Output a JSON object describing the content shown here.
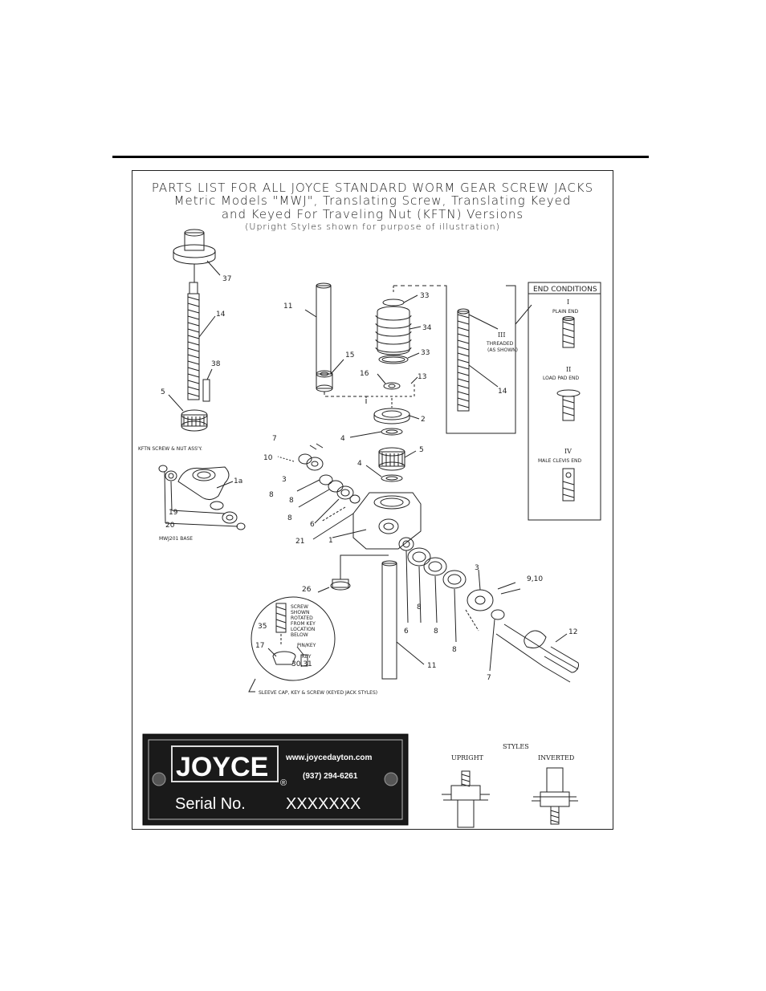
{
  "title": {
    "line1": "PARTS LIST FOR ALL JOYCE STANDARD WORM GEAR SCREW JACKS",
    "line2": "Metric Models \"MWJ\", Translating Screw, Translating Keyed",
    "line3": "and Keyed For Traveling Nut (KFTN) Versions",
    "line4": "(Upright Styles shown for purpose of illustration)"
  },
  "callouts": {
    "p37": "37",
    "p14a": "14",
    "p38": "38",
    "p5a": "5",
    "p11a": "11",
    "p15": "15",
    "p16": "16",
    "p13": "13",
    "p2": "2",
    "p33a": "33",
    "p34": "34",
    "p33b": "33",
    "p14b": "14",
    "p4a": "4",
    "p4b": "4",
    "p5b": "5",
    "p7a": "7",
    "p10": "10",
    "p3a": "3",
    "p8a": "8",
    "p8b": "8",
    "p8c": "8",
    "p6a": "6",
    "p21": "21",
    "p1": "1",
    "p1a": "1a",
    "p19": "19",
    "p20": "20",
    "p26": "26",
    "p6b": "6",
    "p8d": "8",
    "p8e": "8",
    "p11b": "11",
    "p3b": "3",
    "p910": "9,10",
    "p12": "12",
    "p7b": "7",
    "p8f": "8",
    "p35": "35",
    "p17": "17",
    "p3031": "30,31"
  },
  "labels": {
    "kftn": "KFTN SCREW & NUT ASS'Y.",
    "base": "MWJ201 BASE",
    "sleeve": "SLEEVE CAP, KEY & SCREW  (KEYED JACK STYLES)",
    "screw_note": [
      "SCREW",
      "SHOWN",
      "ROTATED",
      "FROM KEY",
      "LOCATION",
      "BELOW"
    ],
    "pinkey": "PIN/KEY",
    "key": "KEY"
  },
  "end_conditions": {
    "heading": "END CONDITIONS",
    "items": [
      {
        "numeral": "I",
        "name": "PLAIN END"
      },
      {
        "numeral": "II",
        "name": "LOAD PAD END"
      },
      {
        "numeral": "IV",
        "name": "MALE CLEVIS END"
      }
    ],
    "threaded_numeral": "III",
    "threaded_name": "THREADED",
    "threaded_note": "(AS SHOWN)"
  },
  "plate": {
    "brand": "JOYCE",
    "registered": "®",
    "website": "www.joycedayton.com",
    "phone": "(937) 294-6261",
    "serial_label": "Serial No.",
    "serial_value": "XXXXXXX"
  },
  "styles": {
    "heading": "STYLES",
    "upright": "UPRIGHT",
    "inverted": "INVERTED"
  }
}
